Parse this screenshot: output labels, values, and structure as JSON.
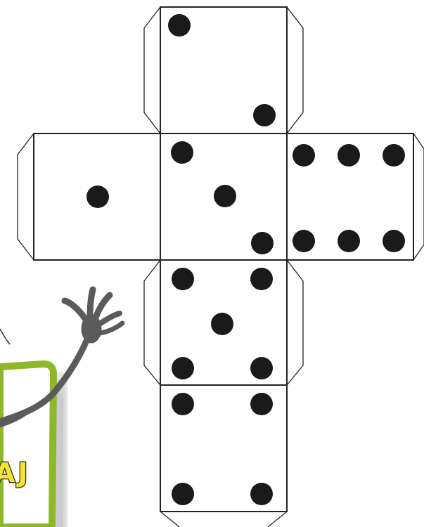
{
  "sheet": {
    "description_none": "",
    "sign_text": "AJ",
    "colors": {
      "line": "#222222",
      "pip": "#1a1a1a",
      "sign_frame": "#8fb72a",
      "sign_shadow": "#b9b9b9",
      "sign_text": "#f4e62a",
      "figure": "#5b5b5b"
    },
    "faces": [
      {
        "name": "top",
        "pips": 2
      },
      {
        "name": "left",
        "pips": 1
      },
      {
        "name": "center",
        "pips": 3
      },
      {
        "name": "right",
        "pips": 6
      },
      {
        "name": "lower",
        "pips": 5
      },
      {
        "name": "bottom",
        "pips": 4
      }
    ],
    "icons": [
      "waving-hand-figure-icon",
      "sign-board-icon"
    ]
  }
}
